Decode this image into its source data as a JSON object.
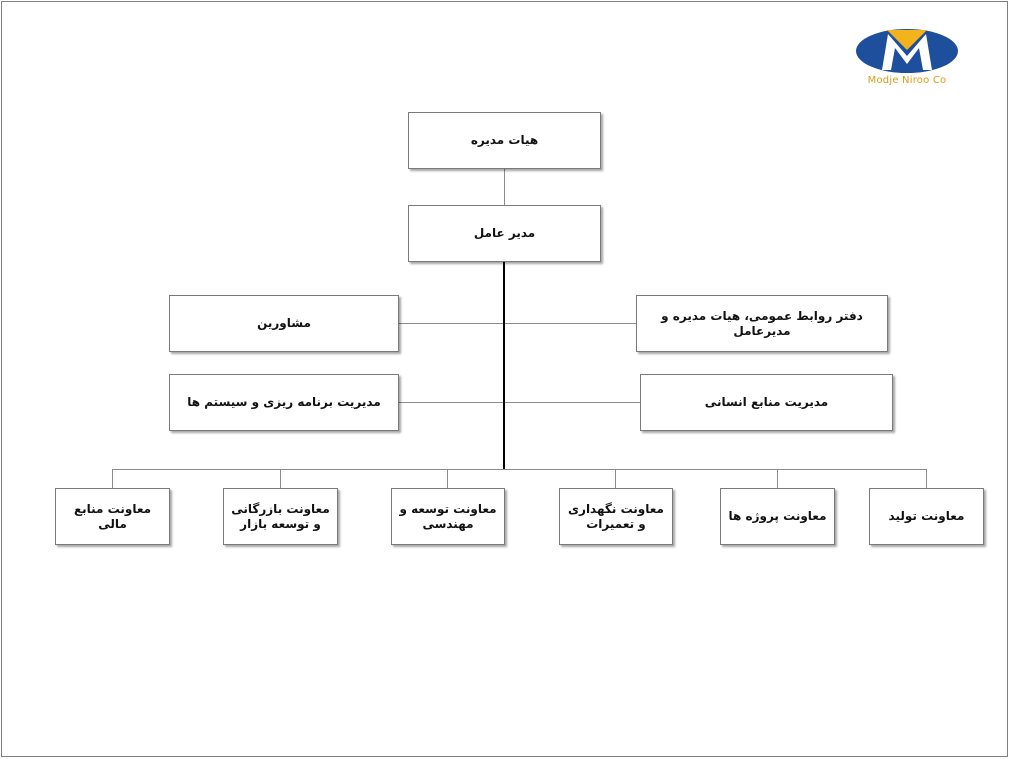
{
  "logo": {
    "company_name": "Modje Niroo Co",
    "mark_letter": "M",
    "colors": {
      "blue": "#1e4f9c",
      "gold": "#f2b41a",
      "text": "#d89c12"
    }
  },
  "chart": {
    "board": "هیات مدیره",
    "ceo": "مدیر عامل",
    "advisors": "مشاورین",
    "pr_office": "دفتر روابط عمومی، هیات مدیره و مدیرعامل",
    "planning_mgmt": "مدیریت  برنامه ریزی و سیستم ها",
    "hr_mgmt": "مدیریت منابع انسانی",
    "deputies": [
      {
        "label": "معاونت منابع مالی"
      },
      {
        "label": "معاونت بازرگانی و توسعه بازار"
      },
      {
        "label": "معاونت توسعه و مهندسی"
      },
      {
        "label": "معاونت نگهداری و تعمیرات"
      },
      {
        "label": "معاونت پروژه ها"
      },
      {
        "label": "معاونت تولید"
      }
    ]
  }
}
